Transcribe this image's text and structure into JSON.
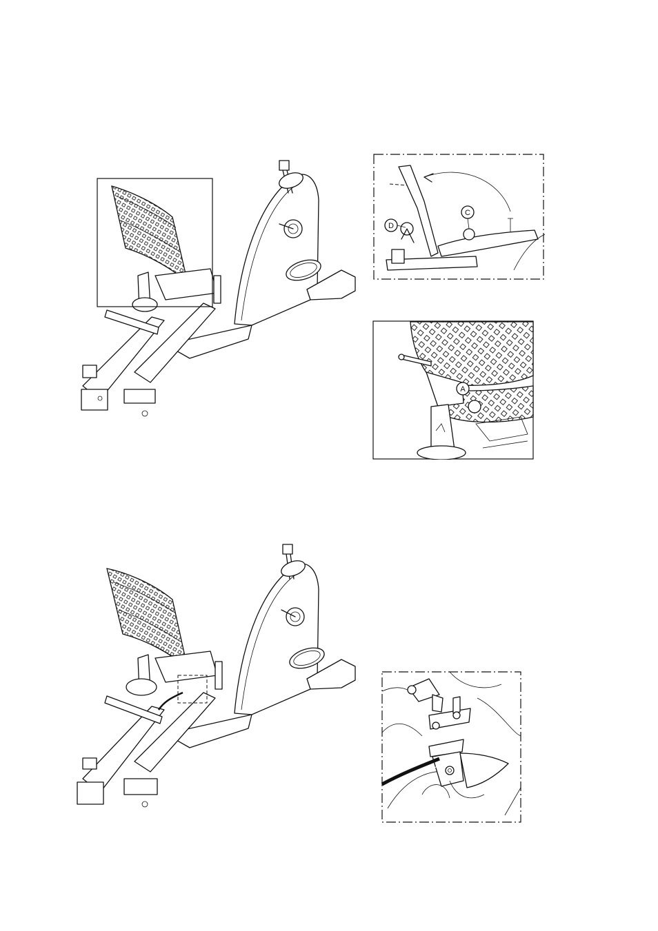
{
  "figures": {
    "top_bike": {
      "highlight": "solid-box"
    },
    "bottom_bike": {
      "highlight": "dashed-box"
    },
    "detail_seat_fold": {
      "callouts": [
        {
          "label": "D"
        },
        {
          "label": "C"
        }
      ]
    },
    "detail_seat_pin": {
      "callouts": [
        {
          "label": "A"
        }
      ]
    },
    "detail_bracket": {
      "frame": "dash-dot"
    }
  },
  "colors": {
    "line": "#111111",
    "background": "#ffffff"
  }
}
